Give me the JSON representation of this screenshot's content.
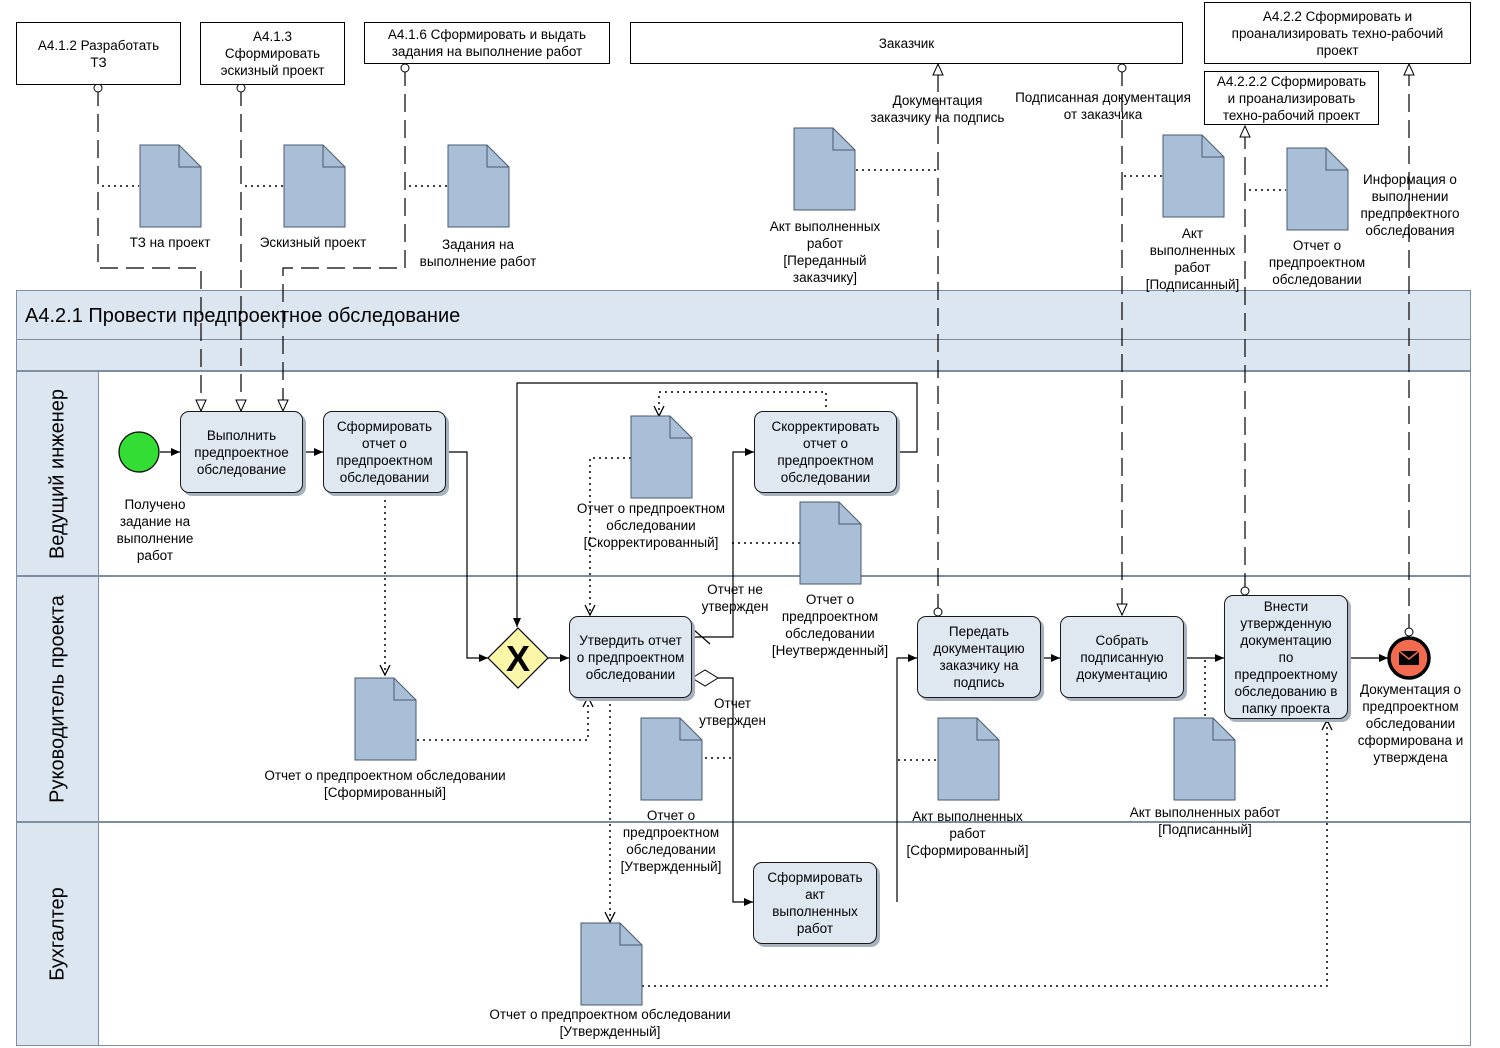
{
  "external": {
    "a412": "A4.1.2 Разработать\nТЗ",
    "a413": "A4.1.3\nСформировать\nэскизный проект",
    "a416": "A4.1.6 Сформировать и выдать\nзадания на выполнение работ",
    "customer": "Заказчик",
    "a422": "A4.2.2 Сформировать и\nпроанализировать техно-рабочий\nпроект",
    "a4222": "A4.2.2.2 Сформировать\nи проанализировать\nтехно-рабочий проект"
  },
  "flow_labels": {
    "doc_to_customer": "Документация\nзаказчику на подпись",
    "signed_from_customer": "Подписанная документация\nот заказчика",
    "info_pre": "Информация о\nвыполнении\nпредпроектного\nобследования",
    "not_approved": "Отчет не\nутвержден",
    "approved": "Отчет\nутвержден"
  },
  "documents": {
    "tz": "ТЗ на проект",
    "sketch": "Эскизный проект",
    "tasks": "Задания на\nвыполнение работ",
    "act_passed": "Акт выполненных\nработ\n[Переданный\nзаказчику]",
    "act_signed_top": "Акт\nвыполненных\nработ\n[Подписанный]",
    "report_top": "Отчет о\nпредпроектном\nобследовании",
    "report_corrected": "Отчет о предпроектном\nобследовании\n[Скорректированный]",
    "report_unapproved": "Отчет о\nпредпроектном\nобследовании\n[Неутвержденный]",
    "report_formed": "Отчет о предпроектном обследовании\n[Сформированный]",
    "report_approved_mid": "Отчет о\nпредпроектном\nобследовании\n[Утвержденный]",
    "act_formed": "Акт выполненных\nработ\n[Сформированный]",
    "act_signed_mid": "Акт выполненных работ\n[Подписанный]",
    "report_approved_bottom": "Отчет о предпроектном обследовании\n[Утвержденный]"
  },
  "pool": {
    "title": "A4.2.1 Провести предпроектное обследование",
    "lanes": [
      "Ведущий инженер",
      "Руководитель проекта",
      "Бухгалтер"
    ]
  },
  "tasks": {
    "perform": "Выполнить\nпредпроектное\nобследование",
    "form_report": "Сформировать\nотчет о\nпредпроектном\nобследовании",
    "correct_report": "Скорректировать\nотчет о\nпредпроектном\nобследовании",
    "approve_report": "Утвердить отчет\nо предпроектном\nобследовании",
    "pass_docs": "Передать\nдокументацию\nзаказчику на\nподпись",
    "collect_signed": "Собрать\nподписанную\nдокументацию",
    "add_docs": "Внести\nутвержденную\nдокументацию\nпо\nпредпроектному\nобследованию в\nпапку проекта",
    "form_act": "Сформировать\nакт\nвыполненных\nработ"
  },
  "events": {
    "start": "Получено\nзадание на\nвыполнение\nработ",
    "end": "Документация о\nпредпроектном\nобследовании\nсформирована и\nутверждена"
  },
  "gateway": {
    "symbol": "X"
  },
  "colors": {
    "task_fill": "#dfe7f1",
    "doc_fill": "#a9bfd8",
    "lane_fill": "#dce6f1",
    "start_fill": "#33dd33",
    "end_fill": "#f26b4f",
    "gateway_fill": "#fbf7a8"
  }
}
